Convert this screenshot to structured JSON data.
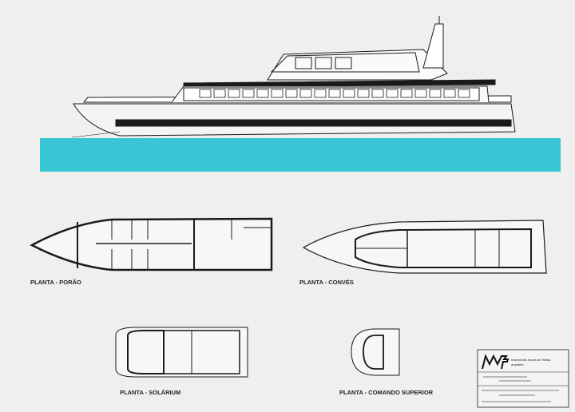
{
  "colors": {
    "paper": "#efefed",
    "sea": "#38c6d4",
    "ink": "#1a1a1a"
  },
  "plans": {
    "porao": "PLANTA - PORÃO",
    "convés": "PLANTA - CONVÉS",
    "solarium": "PLANTA - SOLÁRIUM",
    "comando": "PLANTA - COMANDO SUPERIOR"
  },
  "title_block": {
    "logo": "MNF",
    "architect": "marcondes nunes de freitas",
    "role": "arquiteto"
  }
}
